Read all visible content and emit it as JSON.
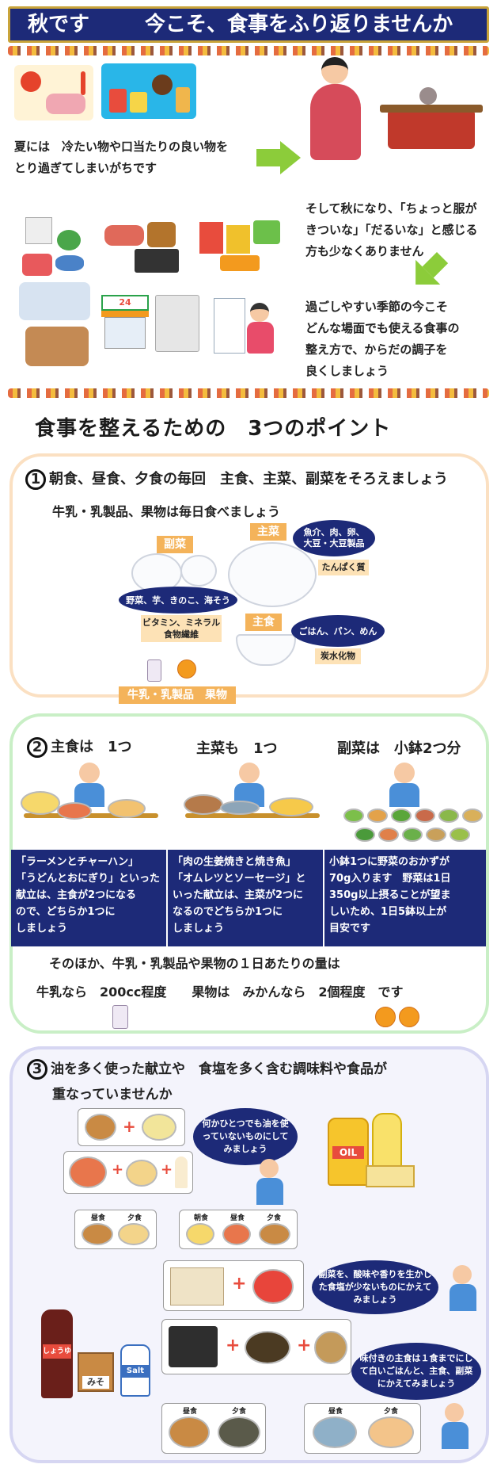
{
  "header": {
    "title_left": "秋です",
    "title_right": "今こそ、食事をふり返りませんか"
  },
  "intro": {
    "summer_text_1": "夏には　冷たい物や口当たりの良い物を",
    "summer_text_2": "とり過ぎてしまいがちです",
    "autumn_text_1": "そして秋になり、「ちょっと服が",
    "autumn_text_2": "きついな」「だるいな」と感じる",
    "autumn_text_3": "方も少なくありません",
    "season_text_1": "過ごしやすい季節の今こそ",
    "season_text_2": "どんな場面でも使える食事の",
    "season_text_3": "整え方で、からだの調子を",
    "season_text_4": "良くしましょう",
    "store_sign": "24"
  },
  "section_title": "食事を整えるための　3つのポイント",
  "point1": {
    "num": "1",
    "line1": "朝食、昼食、夕食の毎回　主食、主菜、副菜をそろえましょう",
    "line2": "牛乳・乳製品、果物は毎日食べましょう",
    "fukusai_tag": "副菜",
    "fukusai_oval": "野菜、芋、きのこ、海そう",
    "fukusai_nutr_1": "ビタミン、ミネラル",
    "fukusai_nutr_2": "食物繊維",
    "shusai_tag": "主菜",
    "shusai_oval_1": "魚介、肉、卵、",
    "shusai_oval_2": "大豆・大豆製品",
    "shusai_nutr": "たんぱく質",
    "shushoku_tag": "主食",
    "shushoku_oval": "ごはん、パン、めん",
    "shushoku_nutr": "炭水化物",
    "dairy_tag": "牛乳・乳製品　果物"
  },
  "point2": {
    "num": "2",
    "h1": "主食は　1つ",
    "h2": "主菜も　1つ",
    "h3": "副菜は　小鉢2つ分",
    "box1": [
      "「ラーメンとチャーハン」",
      "「うどんとおにぎり」といった",
      "献立は、主食が2つになる",
      "ので、どちらか1つに",
      "しましょう"
    ],
    "box2": [
      "「肉の生姜焼きと焼き魚」",
      "「オムレツとソーセージ」と",
      "いった献立は、主菜が2つに",
      "なるのでどちらか1つに",
      "しましょう"
    ],
    "box3": [
      "小鉢1つに野菜のおかずが",
      "70g入ります　野菜は1日",
      "350g以上摂ることが望ま",
      "しいため、1日5鉢以上が",
      "目安です"
    ],
    "other_1": "そのほか、牛乳・乳製品や果物の１日あたりの量は",
    "other_2": "牛乳なら　200cc程度　　果物は　みかんなら　2個程度　です"
  },
  "point3": {
    "num": "3",
    "line1": "油を多く使った献立や　食塩を多く含む調味料や食品が",
    "line2": "重なっていませんか",
    "bubble1": "何かひとつでも油を使っていないものにしてみましょう",
    "bubble2": "副菜を、酸味や香りを生かした食塩が少ないものにかえてみましょう",
    "bubble3": "味付きの主食は１食までにして白いごはんと、主食、副菜にかえてみましょう",
    "oil_label": "OIL",
    "salt_label": "Salt",
    "miso_label": "みそ",
    "soy_label": "しょうゆ",
    "meal_labels": [
      "昼食",
      "夕食",
      "朝食",
      "昼食",
      "夕食",
      "昼食",
      "夕食",
      "昼食",
      "夕食"
    ]
  },
  "colors": {
    "navy": "#1d2a78",
    "orange_tag": "#f4b35a",
    "leaf_red": "#e0521e",
    "leaf_yellow": "#f2b01c",
    "arrow_green": "#8ccc3a",
    "box1_border": "#fbe0c2",
    "box2_border": "#c9efc6",
    "box3_border": "#d6d6f2"
  },
  "icons": [
    "sun-icon",
    "thermometer-icon",
    "arrow-right-icon",
    "arrow-down-icon",
    "plus-icon",
    "orange-icon",
    "milk-icon"
  ]
}
